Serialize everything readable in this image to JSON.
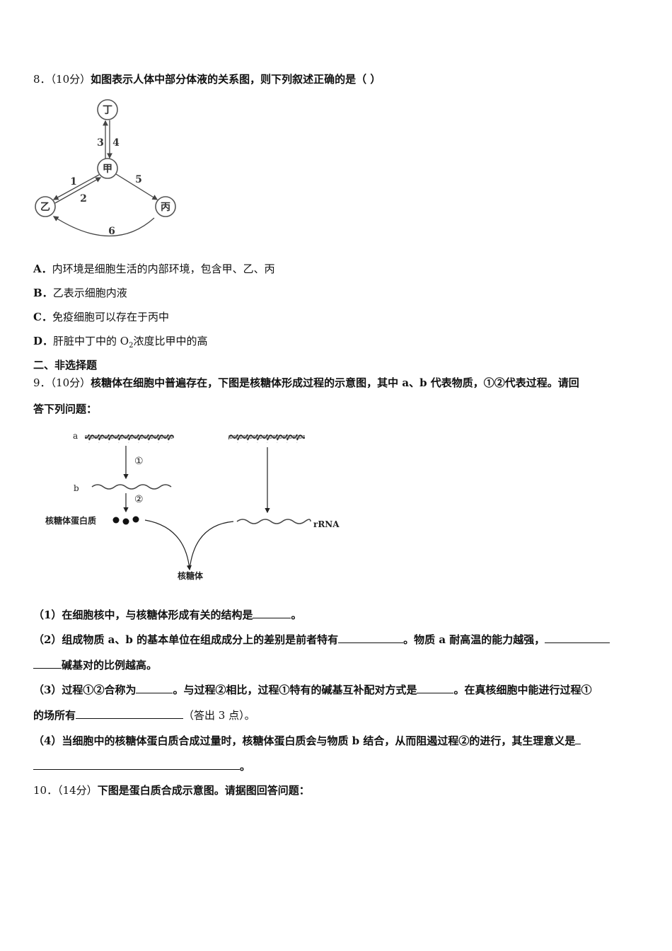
{
  "q8": {
    "number": "8．",
    "score": "（10分）",
    "stem": "如图表示人体中部分体液的关系图，则下列叙述正确的是（ ）",
    "diagram": {
      "nodes": {
        "ding": "丁",
        "jia": "甲",
        "yi": "乙",
        "bing": "丙"
      },
      "arrows": {
        "a1": "1",
        "a2": "2",
        "a3": "3",
        "a4": "4",
        "a5": "5",
        "a6": "6"
      }
    },
    "options": [
      {
        "letter": "A．",
        "text": "内环境是细胞生活的内部环境，包含甲、乙、丙"
      },
      {
        "letter": "B．",
        "text": "乙表示细胞内液"
      },
      {
        "letter": "C．",
        "text": "免疫细胞可以存在于丙中"
      },
      {
        "letter": "D．",
        "text_pre": "肝脏中丁中的 O",
        "sub": "2",
        "text_post": "浓度比甲中的高"
      }
    ]
  },
  "section2": {
    "title": "二、非选择题"
  },
  "q9": {
    "number": "9．",
    "score": "（10分）",
    "stem_line1": "核糖体在细胞中普遍存在，下图是核糖体形成过程的示意图，其中 a、b 代表物质，①②代表过程。请回",
    "stem_line2": "答下列问题：",
    "diagram": {
      "label_a": "a",
      "label_b": "b",
      "step1": "①",
      "step2": "②",
      "ribosomal_protein": "核糖体蛋白质",
      "rrna": "rRNA",
      "ribosome": "核糖体"
    },
    "sub1": {
      "text": "（1）在细胞核中，与核糖体形成有关的结构是",
      "end": "。"
    },
    "sub2": {
      "text1": "（2）组成物质 a、b 的基本单位在组成成分上的差别是前者特有",
      "text2": "。物质 a 耐高温的能力越强，",
      "text3": "碱基对的比例越高。"
    },
    "sub3": {
      "text1": "（3）过程①②合称为",
      "text2": "。与过程②相比，过程①特有的碱基互补配对方式是",
      "text3": "。在真核细胞中能进行过程①",
      "text4": "的场所有",
      "text5": "（答出 3 点）。"
    },
    "sub4": {
      "text1": "（4）当细胞中的核糖体蛋白质合成过量时，核糖体蛋白质会与物质 b 结合，从而阻遏过程②的进行，其生理意义是",
      "end": "。"
    }
  },
  "q10": {
    "number": "10．",
    "score": "（14分）",
    "stem": "下图是蛋白质合成示意图。请据图回答问题："
  }
}
